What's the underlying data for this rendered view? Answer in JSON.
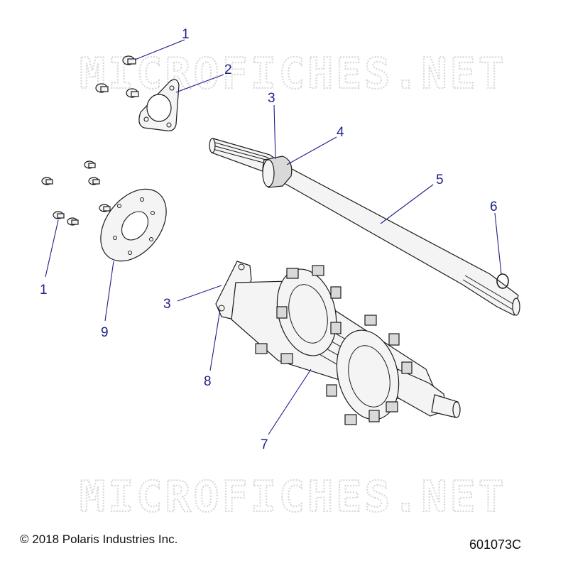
{
  "watermark": "MICROFICHES.NET",
  "copyright": "© 2018 Polaris Industries Inc.",
  "drawing_number": "601073C",
  "callouts": [
    {
      "id": "c1a",
      "label": "1"
    },
    {
      "id": "c2",
      "label": "2"
    },
    {
      "id": "c3a",
      "label": "3"
    },
    {
      "id": "c4",
      "label": "4"
    },
    {
      "id": "c5",
      "label": "5"
    },
    {
      "id": "c6",
      "label": "6"
    },
    {
      "id": "c1b",
      "label": "1"
    },
    {
      "id": "c9",
      "label": "9"
    },
    {
      "id": "c3b",
      "label": "3"
    },
    {
      "id": "c8",
      "label": "8"
    },
    {
      "id": "c7",
      "label": "7"
    }
  ],
  "colors": {
    "callout": "#1e1e8c",
    "watermark": "#d8d8d8",
    "outline": "#1a1a1a"
  }
}
